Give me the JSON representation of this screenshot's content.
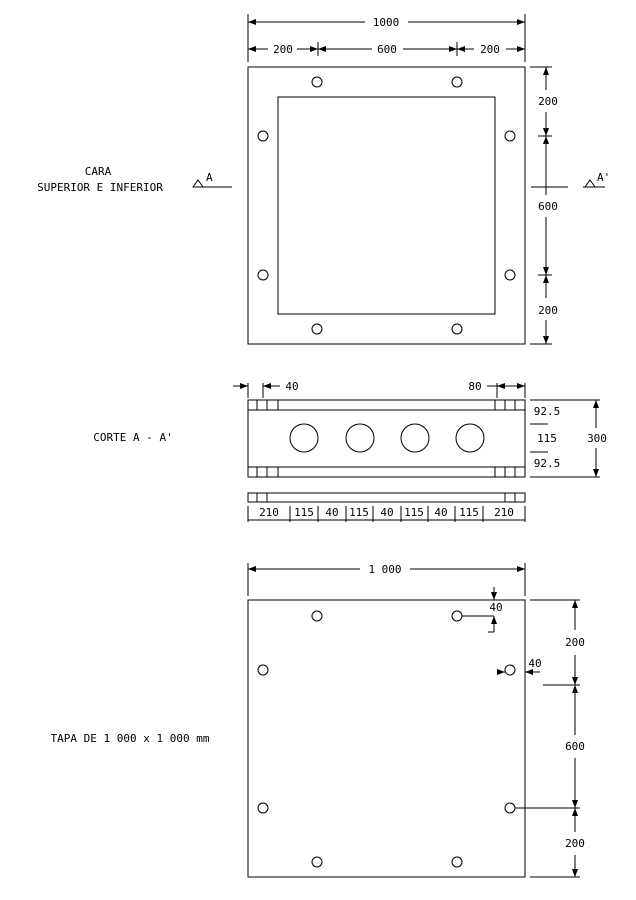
{
  "top_view": {
    "label_line1": "CARA",
    "label_line2": "SUPERIOR E INFERIOR",
    "dim_total": "1000",
    "dim_left": "200",
    "dim_center": "600",
    "dim_right": "200",
    "dim_v_top": "200",
    "dim_v_mid": "600",
    "dim_v_bottom": "200",
    "section_left": "A",
    "section_right": "A'"
  },
  "section_view": {
    "label": "CORTE A - A'",
    "dim_left": "40",
    "dim_right": "80",
    "dim_v_top": "92.5",
    "dim_v_mid": "115",
    "dim_v_bottom": "92.5",
    "dim_v_total": "300",
    "bottom_dims": [
      "210",
      "115",
      "40",
      "115",
      "40",
      "115",
      "40",
      "115",
      "210"
    ]
  },
  "lid_view": {
    "label": "TAPA DE 1 000 x 1 000 mm",
    "dim_total": "1 000",
    "dim_hole_top": "40",
    "dim_hole_side": "40",
    "dim_v_top": "200",
    "dim_v_mid": "600",
    "dim_v_bottom": "200"
  }
}
